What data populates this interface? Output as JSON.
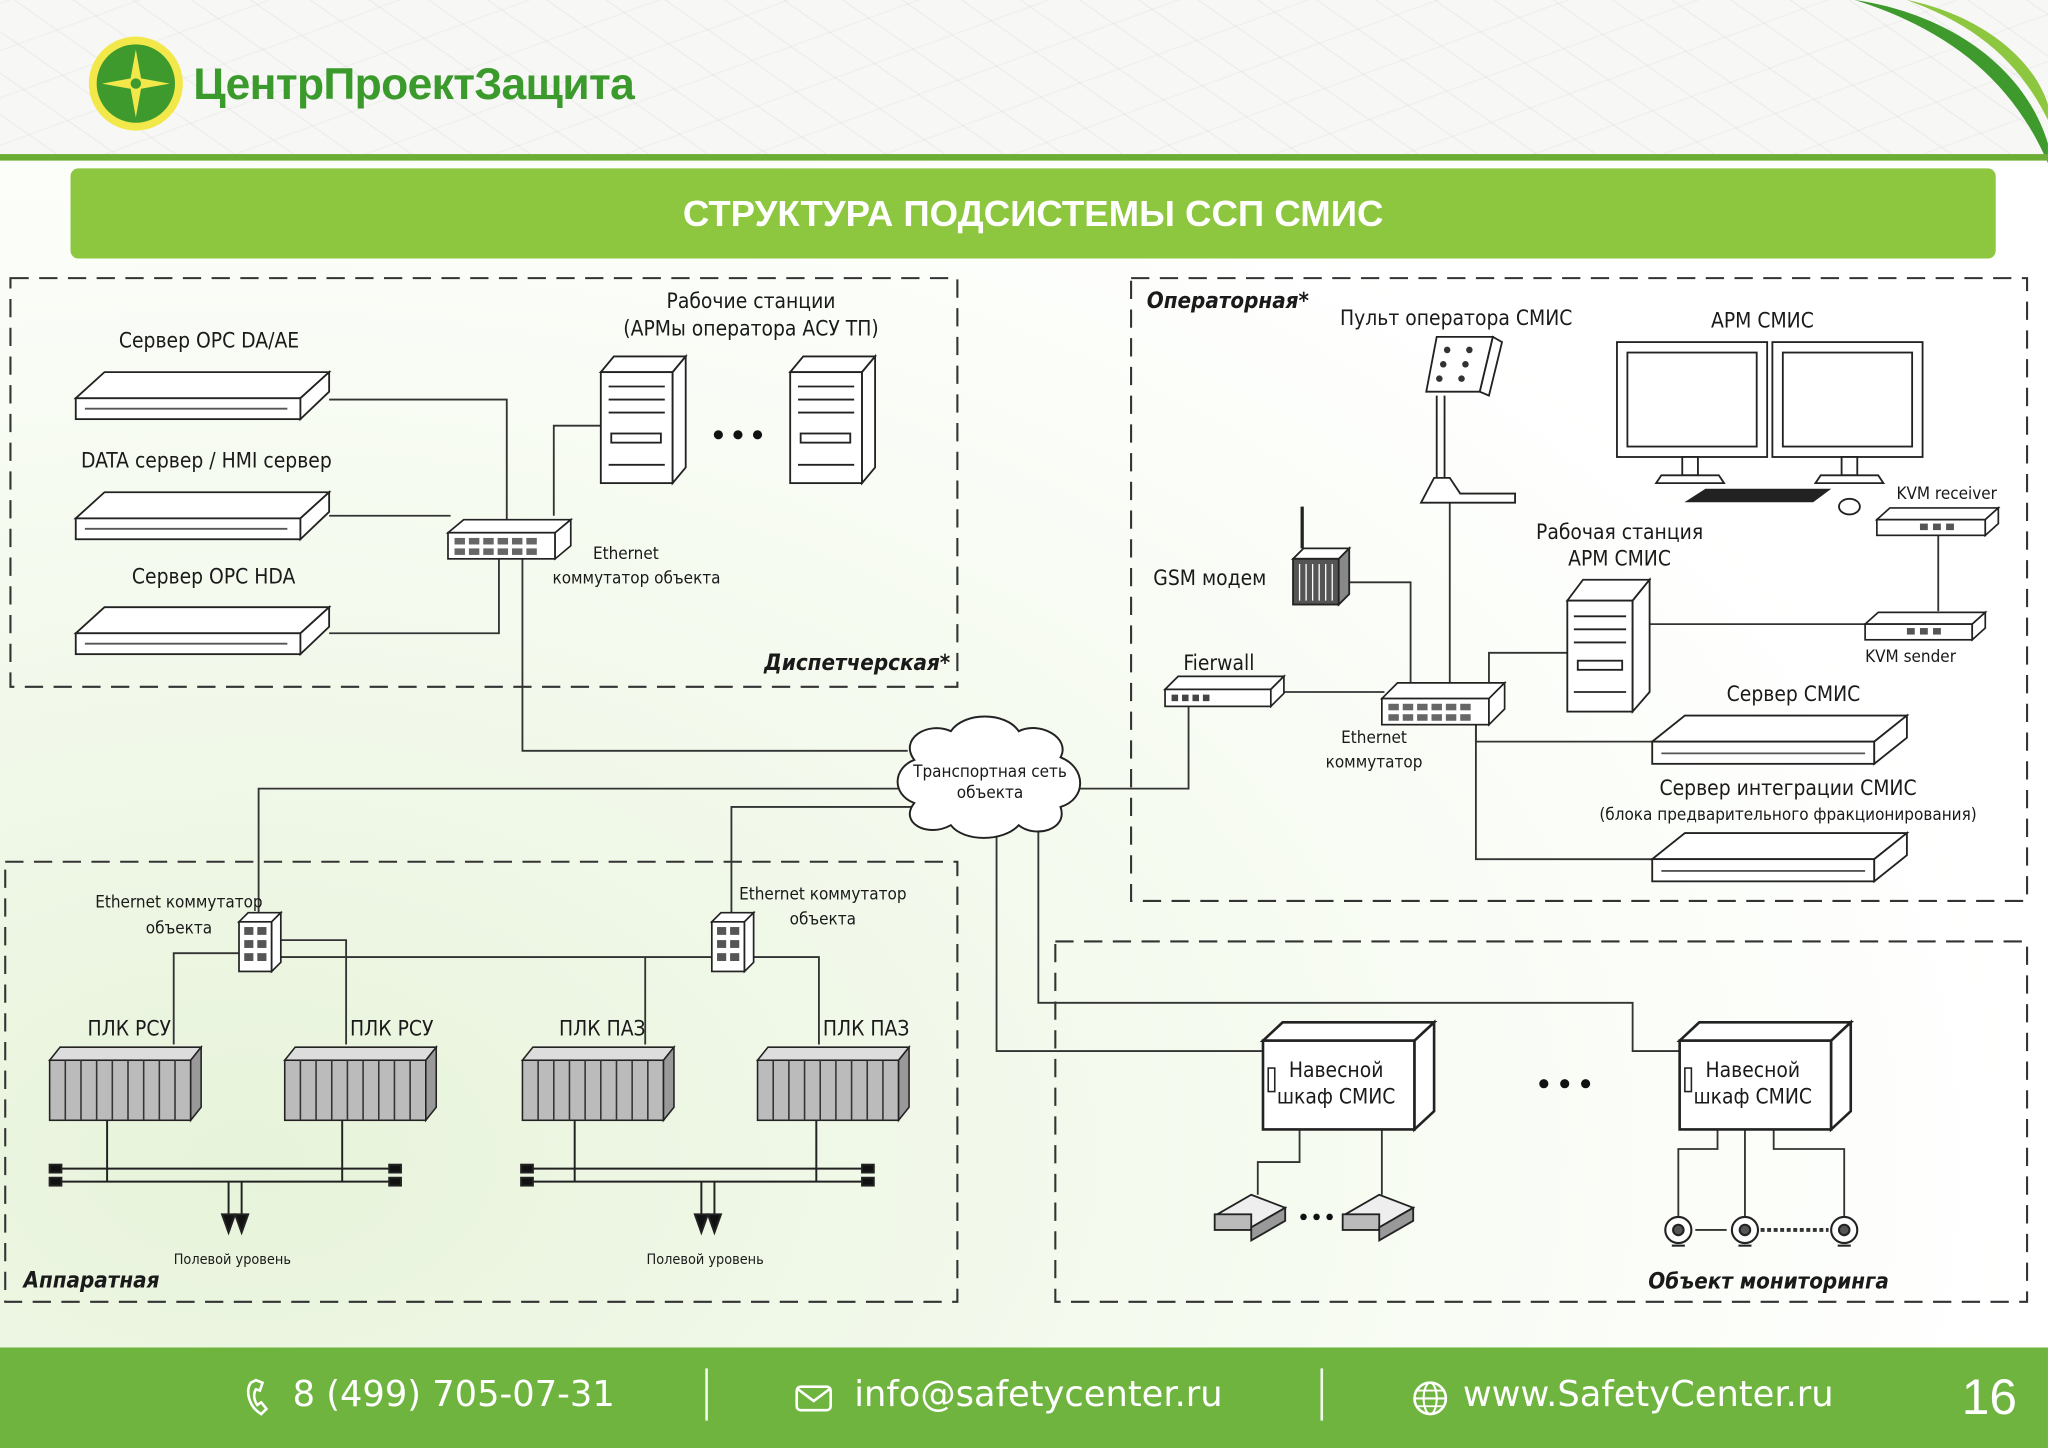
{
  "brand": {
    "name": "ЦентрПроектЗащита"
  },
  "title": "СТРУКТУРА ПОДСИСТЕМЫ ССП СМИС",
  "zones": {
    "dispatch": "Диспетчерская*",
    "operator": "Операторная*",
    "hardware": "Аппаратная",
    "monitoring": "Объект мониторинга"
  },
  "labels": {
    "server_opc_da": "Сервер OPC DA/AE",
    "data_server": "DATA сервер / HMI сервер",
    "server_opc_hda": "Сервер OPC HDA",
    "workstations_line1": "Рабочие станции",
    "workstations_line2": "(АРМы оператора АСУ ТП)",
    "eth_switch_object_line1": "Ethernet",
    "eth_switch_object_line2": "коммутатор объекта",
    "operator_console": "Пульт оператора СМИС",
    "arm_smis": "АРМ СМИС",
    "kvm_receiver": "KVM receiver",
    "workstation_arm_line1": "Рабочая станция",
    "workstation_arm_line2": "АРМ СМИС",
    "gsm_modem": "GSM модем",
    "kvm_sender": "KVM sender",
    "firewall": "Fierwall",
    "server_smis": "Сервер СМИС",
    "eth_switch_line1": "Ethernet",
    "eth_switch_line2": "коммутатор",
    "integration_server_line1": "Сервер интеграции СМИС",
    "integration_server_line2": "(блока предварительного фракционирования)",
    "transport_line1": "Транспортная сеть",
    "transport_line2": "объекта",
    "eth_left_line1": "Ethernet коммутатор",
    "eth_left_line2": "объекта",
    "eth_mid_line1": "Ethernet коммутатор",
    "eth_mid_line2": "объекта",
    "plc1": "ПЛК РСУ",
    "plc2": "ПЛК РСУ",
    "plc3": "ПЛК ПАЗ",
    "plc4": "ПЛК ПАЗ",
    "field_level_1": "Полевой уровень",
    "field_level_2": "Полевой уровень",
    "cabinet1_line1": "Навесной",
    "cabinet1_line2": "шкаф СМИС",
    "cabinet2_line1": "Навесной",
    "cabinet2_line2": "шкаф СМИС"
  },
  "footer": {
    "phone": "8 (499) 705-07-31",
    "email": "info@safetycenter.ru",
    "site": "www.SafetyCenter.ru",
    "page": "16"
  },
  "colors": {
    "green_bar": "#8dc63f",
    "footer": "#6fb43f",
    "brand": "#3b9a2c"
  }
}
